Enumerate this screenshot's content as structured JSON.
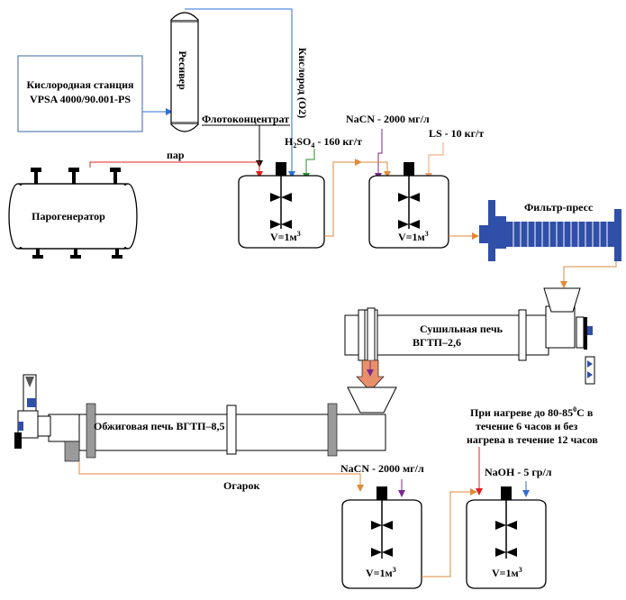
{
  "oxygen_station": {
    "line1": "Кислородная станция",
    "line2": "VPSA 4000/90.001-PS"
  },
  "receiver": {
    "label": "Ресивер"
  },
  "oxygen_line": {
    "label": "Кислород (О2)"
  },
  "flotation": {
    "label": "Флотоконцентрат"
  },
  "steam": {
    "label": "пар"
  },
  "steam_generator": {
    "label": "Парогенератор"
  },
  "h2so4": {
    "prefix": "H",
    "sub": "2",
    "mid": "SO",
    "sub2": "4",
    "suffix": " - 160 кг/т"
  },
  "nacn_top": {
    "label": "NaCN - 2000 мг/л"
  },
  "ls": {
    "label": "LS - 10 кг/т"
  },
  "filter_press": {
    "label": "Фильтр-пресс"
  },
  "dryer": {
    "line1": "Сушильная печь",
    "line2": "ВГТП–2,6"
  },
  "kiln": {
    "label": "Обжиговая печь ВГТП–8,5"
  },
  "cinder": {
    "label": "Огарок"
  },
  "nacn_bottom": {
    "label": "NaCN - 2000 мг/л"
  },
  "heating_note": {
    "line1_a": "При нагреве до 80-85",
    "line1_sup": "0",
    "line1_b": "С в",
    "line2": "течение 6 часов и без",
    "line3": "нагрева в течение 12 часов"
  },
  "naoh": {
    "label": "NaOH - 5 гр/л"
  },
  "reactors": {
    "volume_main": "V=1м",
    "volume_sup": "3"
  },
  "colors": {
    "steam": "#e02020",
    "oxygen": "#2f6fd6",
    "acid": "#2e8b2e",
    "nacn": "#7a2a8a",
    "ls": "#f0a070",
    "process": "#e08a3a",
    "press": "#2f4fa8",
    "hopper_fill": "#e8906a"
  }
}
